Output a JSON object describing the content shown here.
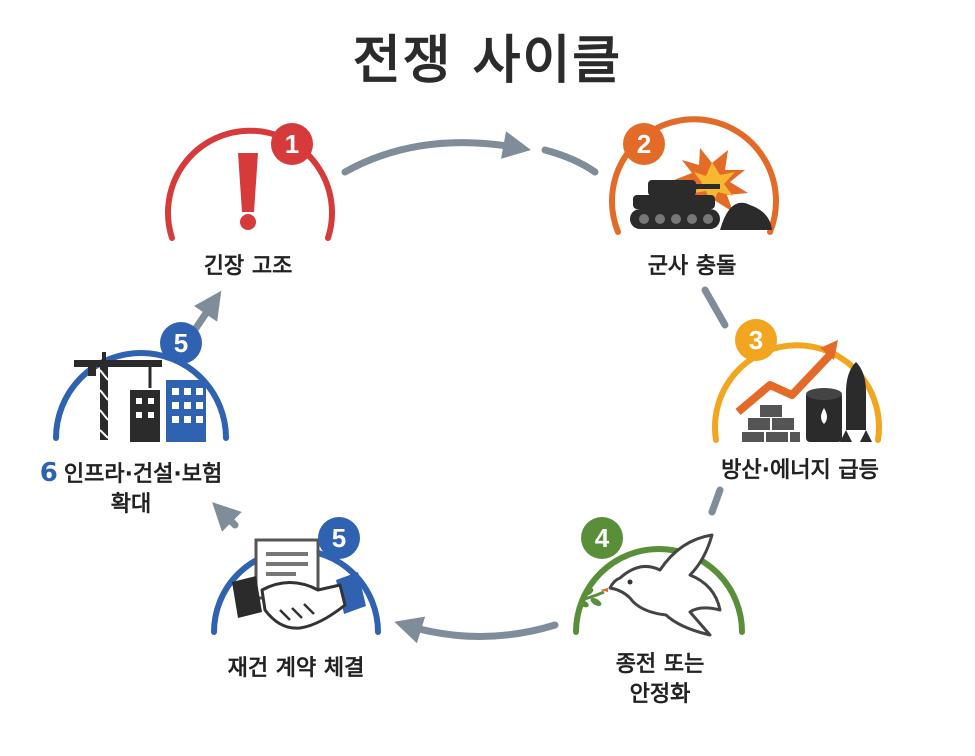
{
  "title": "전쟁 사이클",
  "steps": [
    {
      "number": "1",
      "label": "긴장 고조",
      "icon": "exclamation-icon",
      "color": "#d63a3a"
    },
    {
      "number": "2",
      "label": "군사 충돌",
      "icon": "tank-explosion-icon",
      "color": "#e46a28"
    },
    {
      "number": "3",
      "label": "방산·에너지 급등",
      "icon": "rising-chart-oil-missile-icon",
      "color": "#f2a51e"
    },
    {
      "number": "4",
      "label_line1": "종전 또는",
      "label_line2": "안정화",
      "icon": "peace-dove-icon",
      "color": "#5a8f3a"
    },
    {
      "number": "5",
      "label": "재건 계약 체결",
      "icon": "handshake-contract-icon",
      "color": "#2f63b1"
    },
    {
      "number": "5",
      "number_prefix": "6",
      "label_line1": "인프라·건설·보험",
      "label_line2": "확대",
      "icon": "construction-crane-buildings-icon",
      "color": "#2f63b1"
    }
  ],
  "arrow_color": "#7f8c99"
}
